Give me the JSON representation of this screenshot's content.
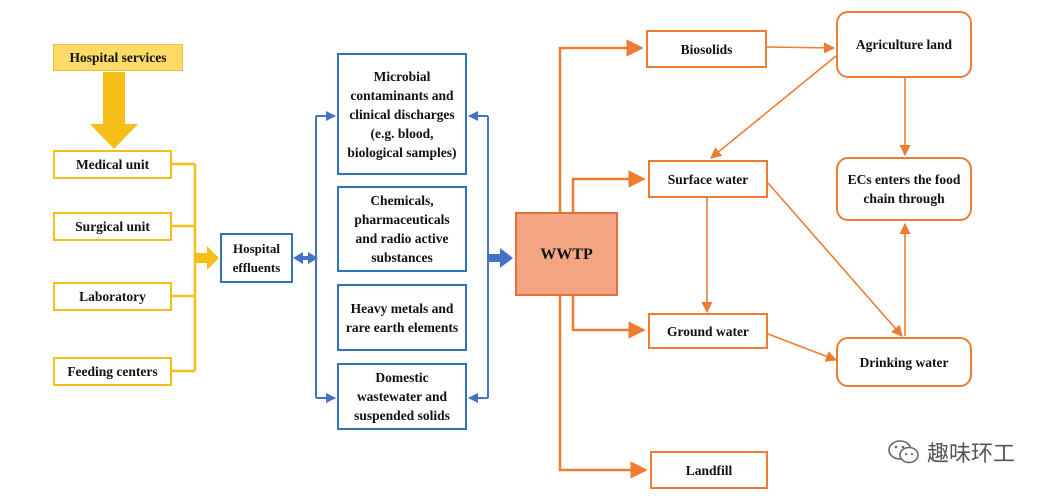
{
  "nodes": {
    "hospital_services": "Hospital services",
    "medical_unit": "Medical unit",
    "surgical_unit": "Surgical unit",
    "laboratory": "Laboratory",
    "feeding_centers": "Feeding centers",
    "hospital_effluents": "Hospital effluents",
    "microbial": "Microbial contaminants and clinical discharges (e.g. blood, biological samples)",
    "chemicals": "Chemicals, pharmaceuticals and radio active substances",
    "heavy_metals": "Heavy metals and rare earth elements",
    "domestic": "Domestic wastewater and suspended solids",
    "wwtp": "WWTP",
    "biosolids": "Biosolids",
    "surface_water": "Surface water",
    "ground_water": "Ground water",
    "landfill": "Landfill",
    "agriculture_land": "Agriculture land",
    "ecs_food_chain": "ECs enters the food chain through",
    "drinking_water": "Drinking water"
  },
  "watermark": {
    "text": "趣味环工",
    "icon": "wechat-icon"
  },
  "colors": {
    "yellow": "#f5be18",
    "blue": "#2e75b6",
    "orange": "#ed7d31",
    "wwtp_fill": "#f4a582"
  }
}
